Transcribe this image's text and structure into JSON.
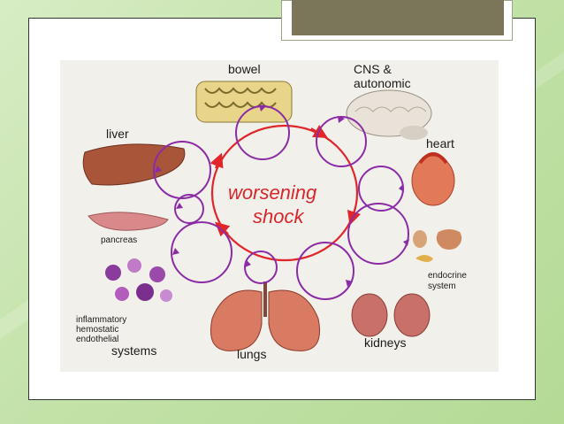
{
  "center_label_line1": "worsening",
  "center_label_line2": "shock",
  "labels": {
    "bowel": "bowel",
    "cns_line1": "CNS &",
    "cns_line2": "autonomic",
    "heart": "heart",
    "liver": "liver",
    "pancreas": "pancreas",
    "endocrine_line1": "endocrine",
    "endocrine_line2": "system",
    "inflammatory_line1": "inflammatory",
    "inflammatory_line2": "hemostatic",
    "inflammatory_line3": "endothelial",
    "systems": "systems",
    "lungs": "lungs",
    "kidneys": "kidneys"
  },
  "colors": {
    "center_ring": "#e0262a",
    "satellite_rings": "#8b2ca6",
    "center_text": "#d8262a",
    "title_tab": "#7b7559"
  }
}
